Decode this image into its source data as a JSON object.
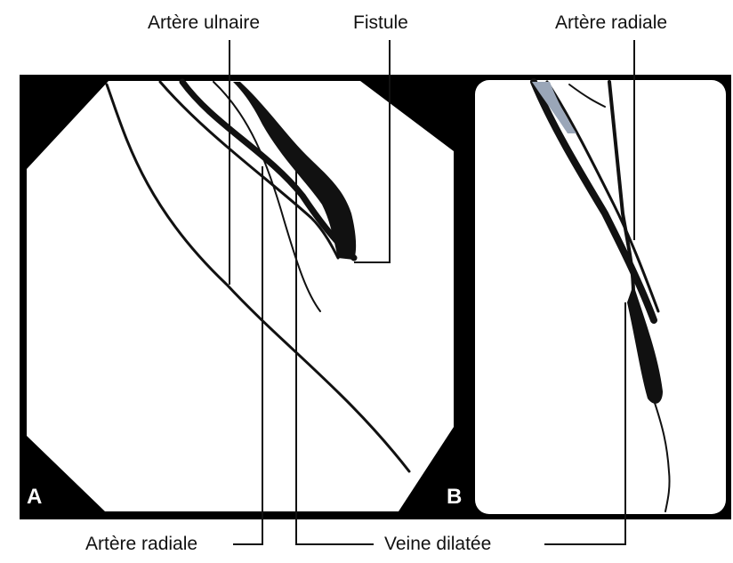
{
  "figure": {
    "labels": {
      "top_ulnar_artery": "Artère ulnaire",
      "top_fistula": "Fistule",
      "top_radial_artery": "Artère radiale",
      "bottom_radial_artery": "Artère radiale",
      "bottom_dilated_vein": "Veine dilatée"
    },
    "panels": {
      "a": "A",
      "b": "B"
    },
    "colors": {
      "frame": "#000000",
      "field": "#ffffff",
      "vessel": "#111111",
      "vein_fill": "#9aa6b8"
    }
  }
}
